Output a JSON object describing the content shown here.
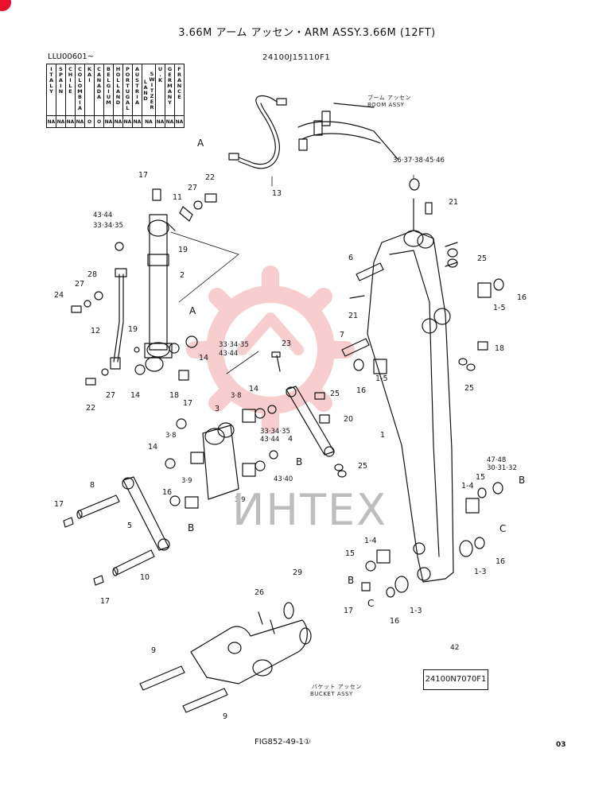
{
  "header": {
    "title": "3.66M アーム アッセン・ARM ASSY.3.66M (12FT)",
    "serial": "LLU00601~",
    "part_number": "24100J15110F1"
  },
  "countries": [
    {
      "name": "ITALY",
      "code": "NA"
    },
    {
      "name": "SPAIN",
      "code": "NA"
    },
    {
      "name": "CHILE",
      "code": "NA"
    },
    {
      "name": "COLOMBIA",
      "code": "NA"
    },
    {
      "name": "KAI",
      "code": "O"
    },
    {
      "name": "CANADA",
      "code": "O"
    },
    {
      "name": "BELGIUM",
      "code": "NA"
    },
    {
      "name": "HOLLAND",
      "code": "NA"
    },
    {
      "name": "PORTUGAL",
      "code": "NA"
    },
    {
      "name": "AUSTRIA",
      "code": "NA"
    },
    {
      "name": "SWITZER LAND",
      "code": "NA"
    },
    {
      "name": "U.K",
      "code": "NA"
    },
    {
      "name": "GERMANY",
      "code": "NA"
    },
    {
      "name": "FRANCE",
      "code": "NA"
    }
  ],
  "notes": {
    "boom_jp": "ブーム アッセン",
    "boom_en": "BOOM ASSY",
    "bucket_jp": "バケット アッセン",
    "bucket_en": "BUCKET ASSY"
  },
  "ref_box": {
    "number": "42",
    "label": "24100N7070F1"
  },
  "watermark": "ИНТЕХ",
  "footer": {
    "figure": "FIG852-49-1①",
    "page": "03"
  },
  "callouts": [
    {
      "text": "A"
    },
    {
      "text": "13"
    },
    {
      "text": "36·37·38·45·46"
    },
    {
      "text": "21"
    },
    {
      "text": "17"
    },
    {
      "text": "27"
    },
    {
      "text": "22"
    },
    {
      "text": "11"
    },
    {
      "text": "43·44"
    },
    {
      "text": "33·34·35"
    },
    {
      "text": "19"
    },
    {
      "text": "6"
    },
    {
      "text": "25"
    },
    {
      "text": "16"
    },
    {
      "text": "1-5"
    },
    {
      "text": "28"
    },
    {
      "text": "2"
    },
    {
      "text": "27"
    },
    {
      "text": "24"
    },
    {
      "text": "A"
    },
    {
      "text": "21"
    },
    {
      "text": "12"
    },
    {
      "text": "19"
    },
    {
      "text": "33·34·35"
    },
    {
      "text": "43·44"
    },
    {
      "text": "7"
    },
    {
      "text": "23"
    },
    {
      "text": "18"
    },
    {
      "text": "14"
    },
    {
      "text": "1-5"
    },
    {
      "text": "16"
    },
    {
      "text": "25"
    },
    {
      "text": "27"
    },
    {
      "text": "14"
    },
    {
      "text": "18"
    },
    {
      "text": "22"
    },
    {
      "text": "3·8"
    },
    {
      "text": "14"
    },
    {
      "text": "25"
    },
    {
      "text": "17"
    },
    {
      "text": "3"
    },
    {
      "text": "20"
    },
    {
      "text": "33·34·35"
    },
    {
      "text": "43·44"
    },
    {
      "text": "4"
    },
    {
      "text": "1"
    },
    {
      "text": "3·8"
    },
    {
      "text": "14"
    },
    {
      "text": "B"
    },
    {
      "text": "25"
    },
    {
      "text": "47·48"
    },
    {
      "text": "30·31·32"
    },
    {
      "text": "B"
    },
    {
      "text": "8"
    },
    {
      "text": "3·9"
    },
    {
      "text": "43·40"
    },
    {
      "text": "15"
    },
    {
      "text": "1-4"
    },
    {
      "text": "16"
    },
    {
      "text": "3·9"
    },
    {
      "text": "17"
    },
    {
      "text": "5"
    },
    {
      "text": "B"
    },
    {
      "text": "C"
    },
    {
      "text": "16"
    },
    {
      "text": "1-4"
    },
    {
      "text": "15"
    },
    {
      "text": "10"
    },
    {
      "text": "1-3"
    },
    {
      "text": "B"
    },
    {
      "text": "17"
    },
    {
      "text": "C"
    },
    {
      "text": "16"
    },
    {
      "text": "1-3"
    },
    {
      "text": "17"
    },
    {
      "text": "29"
    },
    {
      "text": "26"
    },
    {
      "text": "9"
    },
    {
      "text": "9"
    }
  ],
  "colors": {
    "ink": "#111111",
    "watermark_red": "#f4a6a6",
    "watermark_gray": "#bdbdbd"
  }
}
